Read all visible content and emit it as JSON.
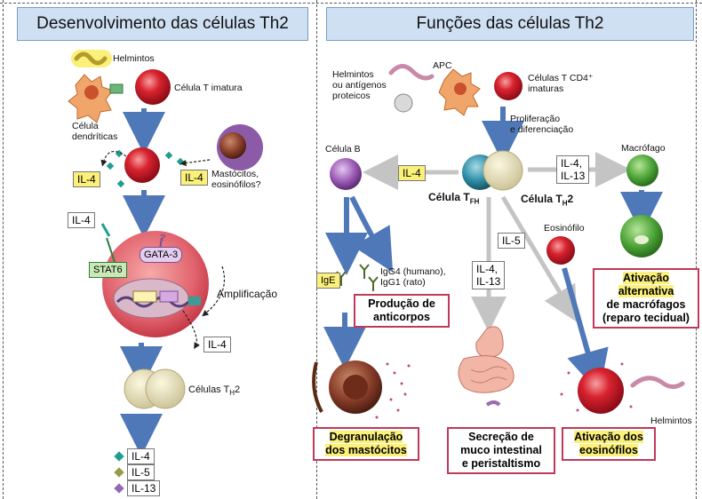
{
  "left_panel": {
    "title": "Desenvolvimento das células Th2",
    "helminths_label": "Helmintos",
    "immature_t_label": "Célula T imatura",
    "dendritic_label_1": "Célula",
    "dendritic_label_2": "dendríticas",
    "il4_left": "IL-4",
    "il4_right": "IL-4",
    "mast_label_1": "Mastócitos,",
    "mast_label_2": "eosinófilos?",
    "il4_top": "IL-4",
    "stat6": "STAT6",
    "gata3": "GATA-3",
    "gata3_question": "?",
    "amplification": "Amplificação",
    "il4_bottom": "IL-4",
    "th2_label": "Células T",
    "th2_sub": "H",
    "th2_suffix": "2",
    "legend": [
      {
        "label": "IL-4",
        "color": "#1f9e8f"
      },
      {
        "label": "IL-5",
        "color": "#9a9a4a"
      },
      {
        "label": "IL-13",
        "color": "#8e6bb4"
      }
    ]
  },
  "right_panel": {
    "title": "Funções das células Th2",
    "helminths_antigens_1": "Helmintos",
    "helminths_antigens_2": "ou antígenos",
    "helminths_antigens_3": "proteicos",
    "apc": "APC",
    "cd4_1": "Células T CD4⁺",
    "cd4_2": "imaturas",
    "prolif_1": "Proliferação",
    "prolif_2": "e diferenciação",
    "b_cell": "Célula B",
    "il4_b": "IL-4",
    "tfh_label": "Célula T",
    "tfh_sub": "FH",
    "th2_label": "Célula T",
    "th2_sub": "H",
    "th2_suffix": "2",
    "il4_il13_top_1": "IL-4,",
    "il4_il13_top_2": "IL-13",
    "macrophage": "Macrófago",
    "ige": "IgE",
    "igg_1": "IgG4 (humano),",
    "igg_2": "IgG1 (rato)",
    "antibody_out_1": "Produção de",
    "antibody_out_2": "anticorpos",
    "il5": "IL-5",
    "il4_il13_mid_1": "IL-4,",
    "il4_il13_mid_2": "IL-13",
    "eosinophil": "Eosinófilo",
    "macro_out_1": "Ativação",
    "macro_out_2": "alternativa",
    "macro_out_3": "de macrófagos",
    "macro_out_4": "(reparo tecidual)",
    "mast_out_1": "Degranulação",
    "mast_out_2": "dos mastócitos",
    "mucus_out_1": "Secreção de",
    "mucus_out_2": "muco intestinal",
    "mucus_out_3": "e peristaltismo",
    "eos_out_1": "Ativação dos",
    "eos_out_2": "eosinófilos",
    "helminths_right": "Helmintos"
  },
  "colors": {
    "banner": "#cfe0f3",
    "arrow_blue": "#4f78b8",
    "arrow_gray": "#b9b9b9",
    "outcome_border": "#c0395a",
    "highlight": "#fbf07a",
    "t_cell": "#c8102e",
    "cell_nucleus_pink": "#e57a86",
    "macrophage_green": "#4fa63a"
  }
}
